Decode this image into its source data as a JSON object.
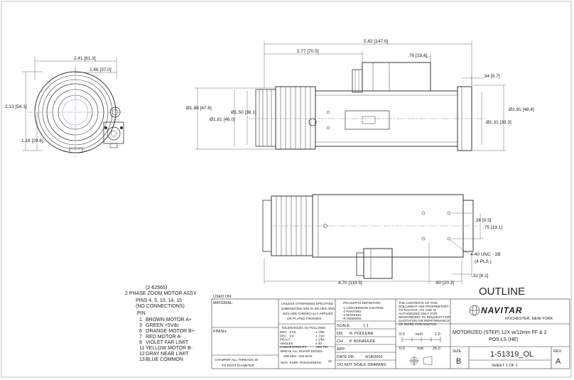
{
  "front_view": {
    "width_label": "2.41 [61.3]",
    "inner_width_label": "1.46 [37.0]",
    "height_label": "2.13 [54.1]",
    "center_height_label": "1.18 [29.8]"
  },
  "side_view": {
    "length_label": "5.82 [147.9]",
    "partial_length_label": "2.77 [70.5]",
    "motor_width_label": ".76 [19.4]",
    "flange_label": ".34 [8.7]",
    "dia_a": "Ø1.88 [47.6]",
    "dia_b": "Ø1.81 [46.0]",
    "dia_c": "Ø1.50 [38.1]",
    "dia_d": "Ø1.91 [48.4]",
    "dia_e": "Ø1.31 [33.3]"
  },
  "bottom_view": {
    "length_label": "4.70 [119.5]",
    "end_label": ".80 [20.3]",
    "end2_label": ".32 [8.1]",
    "hole_a": ".38 [9.5]",
    "hole_b": ".75 [19.1]",
    "thread_label": "4-40 UNC - 2B",
    "thread_count": "(4 PLS.)"
  },
  "motor_info": {
    "part_ref": "(2-62565)",
    "title": "2 PHASE ZOOM MOTOR ASSY",
    "pins_line": "PINS 4, 5, 10, 14, 15",
    "pins_note": "(NO CONNECTIONS)",
    "pin_header": "PIN",
    "pins": [
      {
        "num": "1",
        "desc": "BROWN MOTOR A+"
      },
      {
        "num": "3",
        "desc": "GREEN +5Vdc"
      },
      {
        "num": "6",
        "desc": "ORANGE MOTOR B+"
      },
      {
        "num": "7",
        "desc": "RED MOTOR A-"
      },
      {
        "num": "8",
        "desc": "VIOLET FAR LIMIT"
      },
      {
        "num": "11",
        "desc": "YELLOW MOTOR B-"
      },
      {
        "num": "12",
        "desc": "GRAY NEAR LIMIT"
      },
      {
        "num": "13",
        "desc": "BLUE COMMON"
      }
    ]
  },
  "outline_title": "OUTLINE",
  "title_block": {
    "used_on": "USED ON:",
    "material": "MATERIAL:",
    "finish": "FINISH:",
    "chamfer": [
      "CHAMFER ALL THREADS 30",
      "TO ROOT DIAMETER"
    ],
    "dims_note": [
      "UNLESS OTHERWISE SPECIFIED",
      "DIMENSIONS ARE IN INCHES AND",
      "INCLUDE CHEMICALLY APPLIED",
      "OR PLATED FINISHES"
    ],
    "tol_header": "TOLERANCES AS FOLLOWS",
    "tolerances": [
      {
        "label": "DEC. .XXX",
        "value": "± .005"
      },
      {
        "label": "DEC. .XX",
        "value": "± .010"
      },
      {
        "label": "FRACT.",
        "value": "± 1/64"
      },
      {
        "label": "ANGLES",
        "value": "± 30'"
      },
      {
        "label": "CONCENTRICITY",
        "value": ".003 TIR"
      }
    ],
    "edges": [
      "BREAK ALL SHARP EDGES",
      ".005 MIN. .010 MAX."
    ],
    "roughness": "MAX. SURF. ROUGHNESS:",
    "roughness_val": "32",
    "suffix_header": "P/N SUFFIX DEFINITION",
    "suffixes": [
      "-1 CONVERSION COATING",
      "-2 PAINTING",
      "-3 MARKING",
      "-R REWORK"
    ],
    "scale_label": "SCALE:",
    "scale_value": "1:1",
    "dr_label": "DR:",
    "dr_value": "R. PODLENA",
    "ch_label": "CH:",
    "ch_value": "P. BONAFEDE",
    "app_label": "APP:",
    "date_label": "DATE DR:",
    "date_value": "9/18/2003",
    "no_scale": "DO NOT SCALE DRAWING",
    "proprietary": [
      "THE CONTENTS OF THIS",
      "DOCUMENT ARE PROPRIETARY",
      "TO NAVITAR, ITS USE IS",
      "AUTHORIZED ONLY FOR",
      "RESPONDING TO REQUEST FOR",
      "QUOTATION OR PERFORMANCE",
      "OF WORK FOR NAVITAR"
    ],
    "scale_bar": {
      "inch_start": "0.0",
      "inch_unit": "inch",
      "inch_end": "1.0",
      "mm_start": "0.0",
      "mm_unit": "mm",
      "mm_end": "25.0"
    },
    "company": "NAVITAR",
    "location": "ROCHESTER, NEW YORK",
    "description_1": "MOTORIZED (STEP) 12X w/12mm FF & 2",
    "description_2": "POS LS (HE)",
    "size_label": "SIZE",
    "size_value": "B",
    "part_number": "1-51319_OL",
    "rev_label": "REV",
    "rev_value": "A",
    "sheet": "SHEET  1  OF  1"
  }
}
